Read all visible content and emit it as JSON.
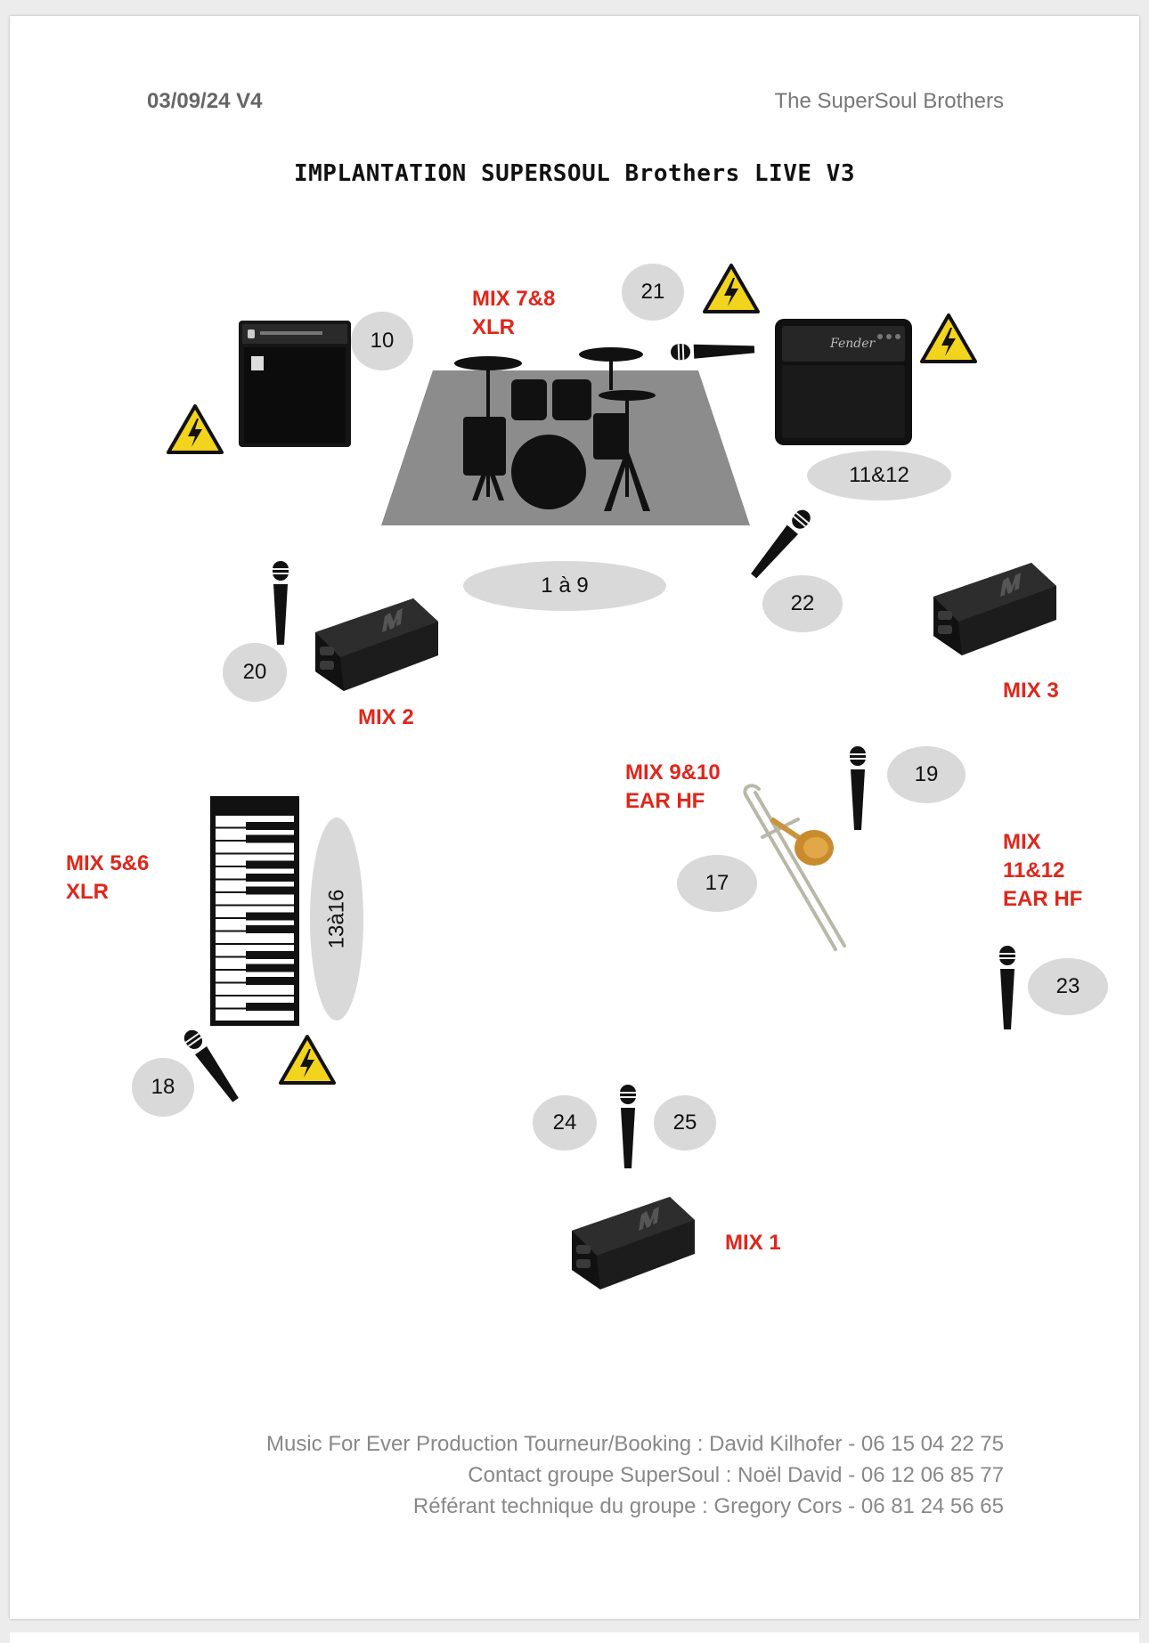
{
  "header": {
    "date_version": "03/09/24 V4",
    "band": "The SuperSoul Brothers"
  },
  "title": "IMPLANTATION SUPERSOUL Brothers LIVE V3",
  "channels": {
    "c10": "10",
    "c21": "21",
    "c1112": "11&12",
    "c19": "1 à 9",
    "c22": "22",
    "c20": "20",
    "c19b": "19",
    "c17": "17",
    "c1316": "13à16",
    "c23": "23",
    "c18": "18",
    "c24": "24",
    "c25": "25"
  },
  "mixes": {
    "mix78_l1": "MIX 7&8",
    "mix78_l2": "XLR",
    "mix2": "MIX 2",
    "mix3": "MIX 3",
    "mix910_l1": "MIX 9&10",
    "mix910_l2": "EAR HF",
    "mix1112_l1": "MIX",
    "mix1112_l2": "11&12",
    "mix1112_l3": "EAR HF",
    "mix56_l1": "MIX 5&6",
    "mix56_l2": "XLR",
    "mix1": "MIX 1"
  },
  "brand_marks": {
    "fender": "Fender"
  },
  "colors": {
    "accent_red": "#e0261b",
    "pill_grey": "#d9d9d9",
    "riser_grey": "#8c8c8c",
    "warning_yellow": "#f2d41c"
  },
  "icons": [
    "warning-icon",
    "microphone-icon",
    "wedge-monitor-icon",
    "amp-icon",
    "drum-kit-icon",
    "keyboard-icon",
    "trombone-icon"
  ],
  "footer": {
    "line1": "Music For Ever Production Tourneur/Booking : David Kilhofer  - 06 15 04 22 75",
    "line2": "Contact groupe SuperSoul : Noël David  - 06 12 06 85 77",
    "line3": "Référant technique du groupe : Gregory Cors - 06 81 24 56 65"
  }
}
